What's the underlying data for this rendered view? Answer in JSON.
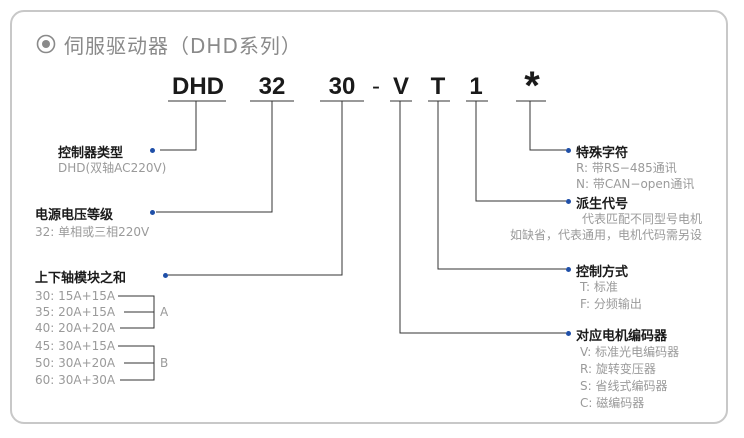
{
  "title": "伺服驱动器（DHD系列）",
  "code": {
    "parts": [
      "DHD",
      "32",
      "30",
      "-",
      "V",
      "T",
      "1",
      "*"
    ]
  },
  "left": {
    "controller": {
      "heading": "控制器类型",
      "desc": "DHD(双轴AC220V)"
    },
    "power": {
      "heading": "电源电压等级",
      "desc": "32: 单相或三相220V"
    },
    "axes": {
      "heading": "上下轴模块之和",
      "group_a": {
        "items": [
          "30: 15A+15A",
          "35: 20A+15A",
          "40: 20A+20A"
        ],
        "label": "A"
      },
      "group_b": {
        "items": [
          "45: 30A+15A",
          "50: 30A+20A",
          "60: 30A+30A"
        ],
        "label": "B"
      }
    }
  },
  "right": {
    "special": {
      "heading": "特殊字符",
      "lines": [
        "R: 带RS−485通讯",
        "N: 带CAN−open通讯"
      ]
    },
    "derived": {
      "heading": "派生代号",
      "lines": [
        "代表匹配不同型号电机",
        "如缺省，代表通用，电机代码需另设"
      ]
    },
    "control": {
      "heading": "控制方式",
      "lines": [
        "T: 标准",
        "F: 分频输出"
      ]
    },
    "encoder": {
      "heading": "对应电机编码器",
      "lines": [
        "V: 标准光电编码器",
        "R: 旋转变压器",
        "S: 省线式编码器",
        "C: 磁编码器"
      ]
    }
  }
}
